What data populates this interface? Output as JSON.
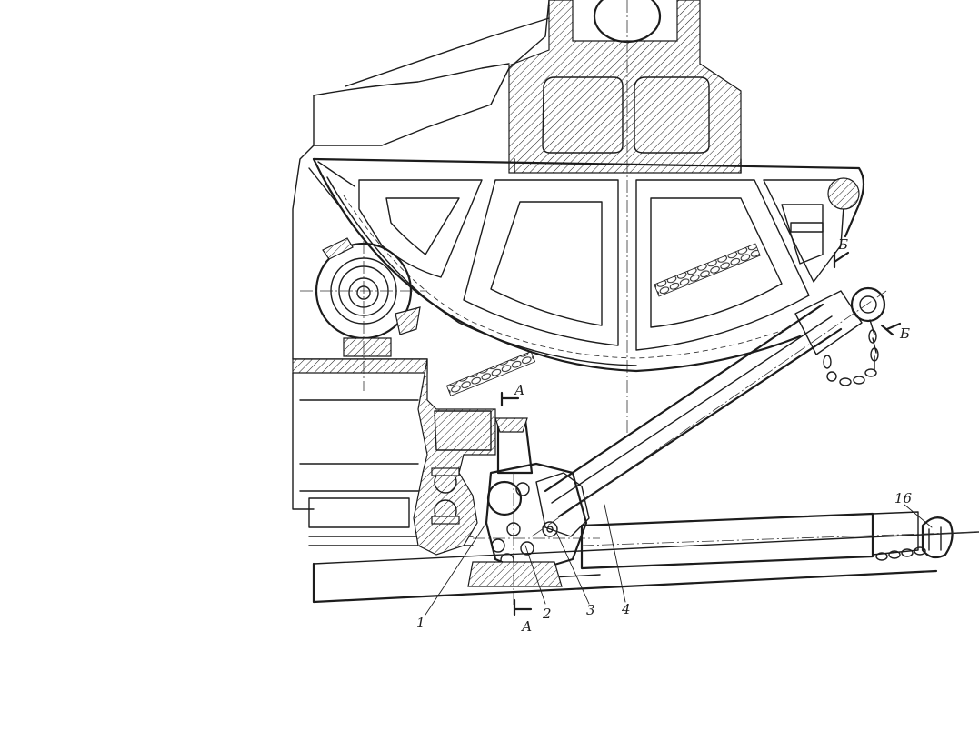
{
  "callouts": {
    "part1": "1",
    "part2": "2",
    "part3": "3",
    "part4": "4",
    "part16": "16"
  },
  "sections": {
    "a_top": "А",
    "a_bottom": "А",
    "b_top": "Б",
    "b_right": "Б"
  }
}
